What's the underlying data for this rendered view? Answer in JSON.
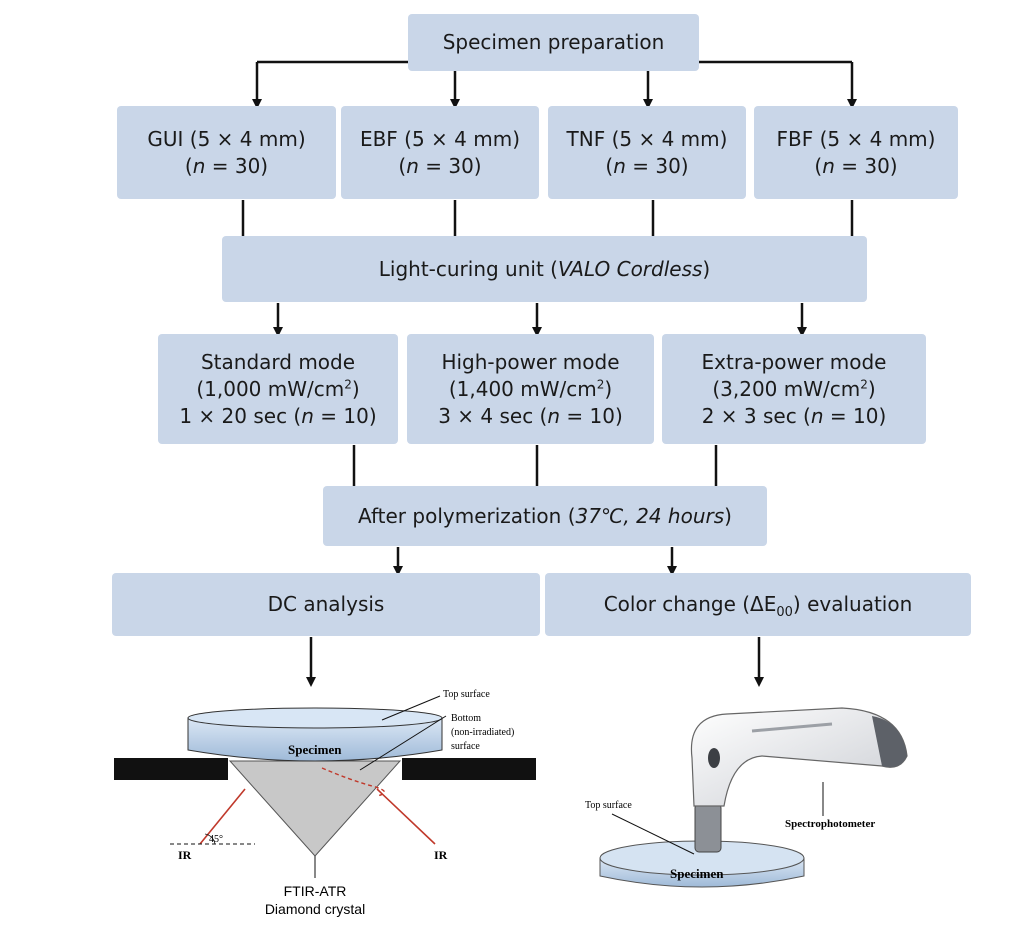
{
  "top": {
    "label": "Specimen preparation"
  },
  "materials": [
    {
      "line1": "GUI (5 × 4 mm)",
      "n_pre": "(",
      "n_var": "n",
      "n_post": " = 30)"
    },
    {
      "line1": "EBF (5 × 4 mm)",
      "n_pre": "(",
      "n_var": "n",
      "n_post": " = 30)"
    },
    {
      "line1": "TNF (5 × 4 mm)",
      "n_pre": "(",
      "n_var": "n",
      "n_post": " = 30)"
    },
    {
      "line1": "FBF (5 × 4 mm)",
      "n_pre": "(",
      "n_var": "n",
      "n_post": " = 30)"
    }
  ],
  "curing_unit": {
    "prefix": "Light-curing unit (",
    "name": "VALO Cordless",
    "suffix": ")"
  },
  "modes": [
    {
      "title": "Standard mode",
      "irr_pre": "(1,000 mW/cm",
      "irr_sup": "2",
      "irr_post": ")",
      "dose_pre": "1 × 20 sec (",
      "n_var": "n",
      "dose_post": " = 10)"
    },
    {
      "title": "High-power mode",
      "irr_pre": "(1,400 mW/cm",
      "irr_sup": "2",
      "irr_post": ")",
      "dose_pre": "3 × 4 sec (",
      "n_var": "n",
      "dose_post": " = 10)"
    },
    {
      "title": "Extra-power mode",
      "irr_pre": "(3,200 mW/cm",
      "irr_sup": "2",
      "irr_post": ")",
      "dose_pre": "2 × 3 sec (",
      "n_var": "n",
      "dose_post": " = 10)"
    }
  ],
  "after_poly": {
    "prefix": "After polymerization (",
    "detail": "37℃, 24 hours",
    "suffix": ")"
  },
  "analyses": {
    "dc": "DC analysis",
    "color_pre": "Color change (ΔE",
    "color_sub": "00",
    "color_post": ") evaluation"
  },
  "ftir_illustration": {
    "top_surface": "Top surface",
    "bottom_1": "Bottom",
    "bottom_2": "(non-irradiated)",
    "bottom_3": "surface",
    "specimen": "Specimen",
    "angle": "45°",
    "ir_left": "IR",
    "ir_right": "IR",
    "crystal_1": "FTIR-ATR",
    "crystal_2": "Diamond crystal"
  },
  "spectro_illustration": {
    "top_surface": "Top surface",
    "device": "Spectrophotometer",
    "specimen": "Specimen"
  },
  "colors": {
    "box": "#c9d6e8",
    "line": "#111111",
    "ir_ray": "#c0392b",
    "crystal": "#c8c8c8",
    "disc": "#b7cde6"
  }
}
